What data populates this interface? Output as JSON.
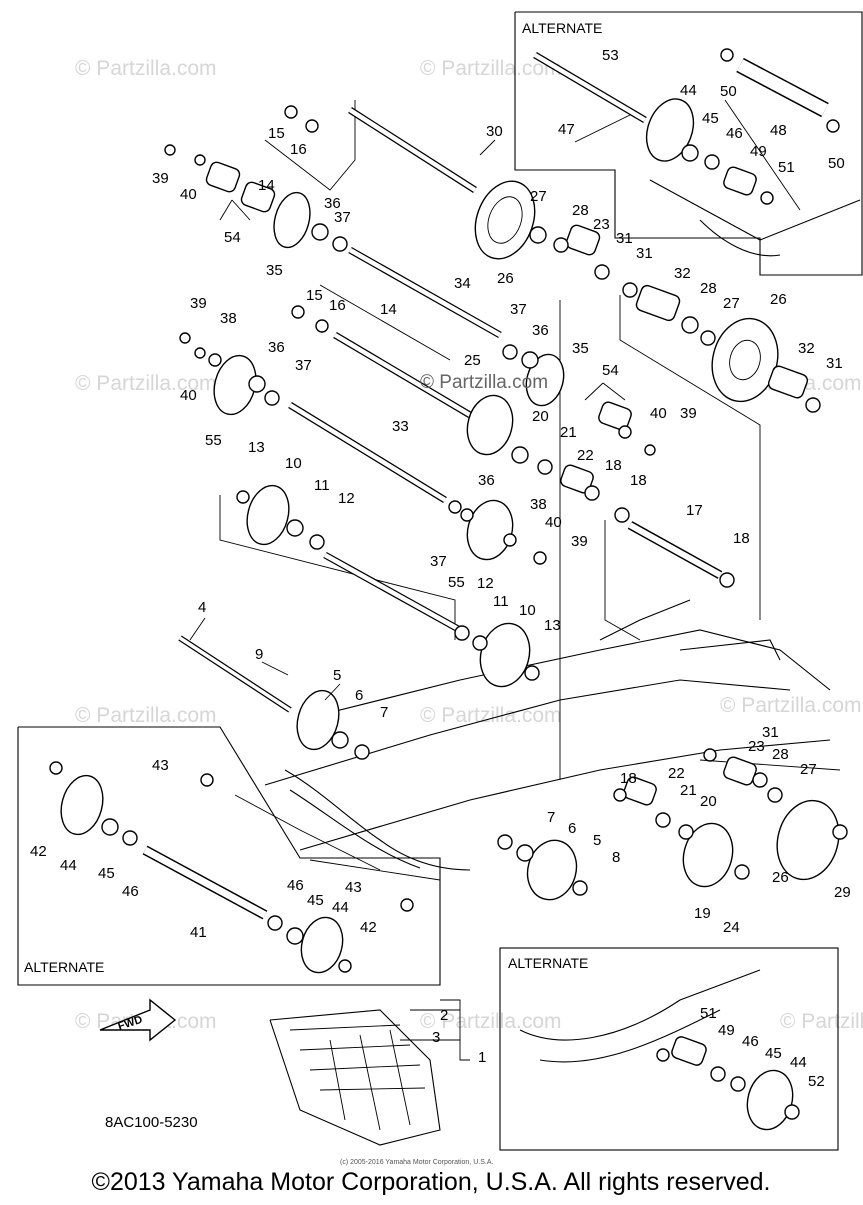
{
  "diagram": {
    "alternate_label": "ALTERNATE",
    "watermark": "© Partzilla.com",
    "center_watermark": "© Partzilla.com",
    "drawing_code": "8AC100-5230",
    "fwd_label": "FWD",
    "small_copyright": "(c) 2005-2016 Yamaha Motor Corporation, U.S.A.",
    "footer_copyright": "©2013 Yamaha Motor Corporation, U.S.A. All rights reserved.",
    "callouts": [
      "1",
      "2",
      "3",
      "4",
      "5",
      "6",
      "7",
      "8",
      "9",
      "10",
      "11",
      "12",
      "13",
      "14",
      "15",
      "16",
      "17",
      "18",
      "19",
      "20",
      "21",
      "22",
      "23",
      "24",
      "25",
      "26",
      "27",
      "28",
      "29",
      "30",
      "31",
      "32",
      "33",
      "34",
      "35",
      "36",
      "37",
      "38",
      "39",
      "40",
      "41",
      "42",
      "43",
      "44",
      "45",
      "46",
      "47",
      "48",
      "49",
      "50",
      "51",
      "52",
      "53",
      "54",
      "55"
    ]
  }
}
